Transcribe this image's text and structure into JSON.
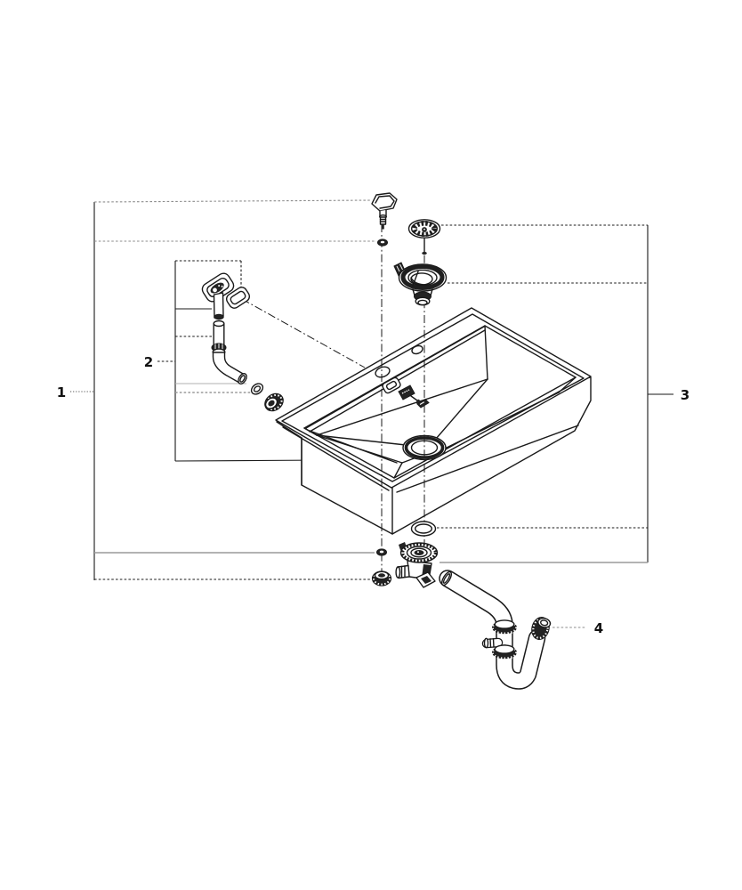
{
  "diagram": {
    "callouts": [
      "1",
      "2",
      "3",
      "4"
    ],
    "colors": {
      "background": "#ffffff",
      "line": "#1a1a1a",
      "reference_gray": "#9a9a9a"
    }
  }
}
